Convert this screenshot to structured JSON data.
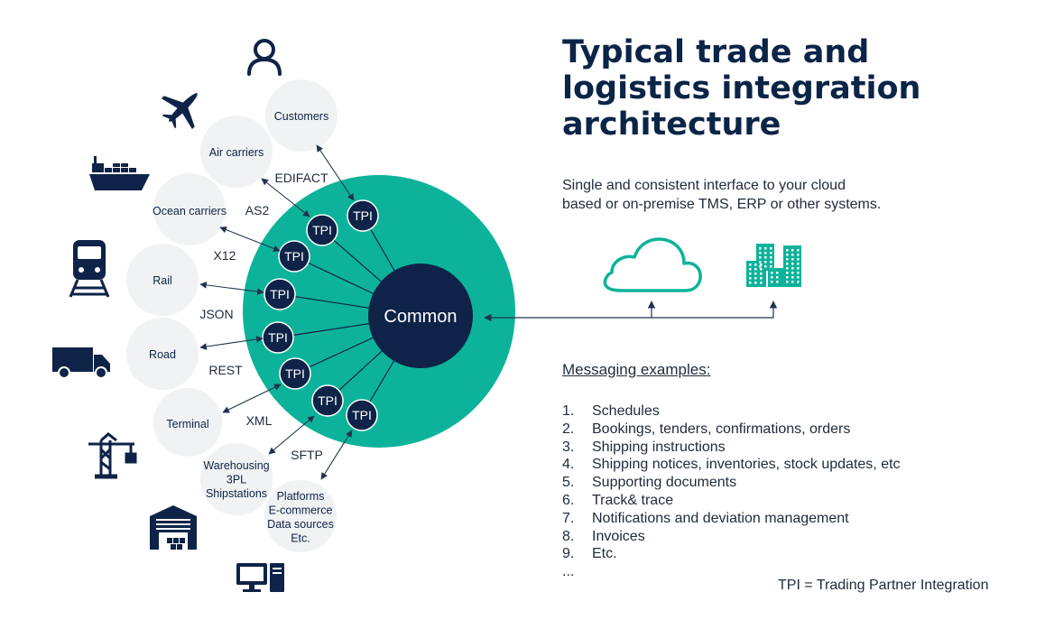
{
  "title": "Typical trade and\nlogistics integration\narchitecture",
  "subtitle": "Single and consistent interface to your cloud\nbased or on-premise TMS, ERP or other systems.",
  "hub": {
    "label": "Common"
  },
  "tpi_label": "TPI",
  "partners": [
    {
      "lines": [
        "Customers"
      ],
      "icon": "person-icon"
    },
    {
      "lines": [
        "Air carriers"
      ],
      "icon": "airplane-icon"
    },
    {
      "lines": [
        "Ocean carriers"
      ],
      "icon": "ship-icon"
    },
    {
      "lines": [
        "Rail"
      ],
      "icon": "train-icon"
    },
    {
      "lines": [
        "Road"
      ],
      "icon": "truck-icon"
    },
    {
      "lines": [
        "Terminal"
      ],
      "icon": "crane-icon"
    },
    {
      "lines": [
        "Warehousing",
        "3PL",
        "Shipstations"
      ],
      "icon": "warehouse-icon"
    },
    {
      "lines": [
        "Platforms",
        "E-commerce",
        "Data sources",
        "Etc."
      ],
      "icon": "computer-icon"
    }
  ],
  "formats": [
    "EDIFACT",
    "AS2",
    "X12",
    "JSON",
    "REST",
    "XML",
    "SFTP"
  ],
  "systems": [
    "cloud-icon",
    "buildings-icon"
  ],
  "messaging": {
    "heading": "Messaging examples:",
    "items": [
      {
        "num": "1.",
        "text": "Schedules"
      },
      {
        "num": "2.",
        "text": "Bookings, tenders, confirmations, orders"
      },
      {
        "num": "3.",
        "text": "Shipping instructions"
      },
      {
        "num": "4.",
        "text": "Shipping notices, inventories, stock updates, etc"
      },
      {
        "num": "5.",
        "text": "Supporting documents"
      },
      {
        "num": "6.",
        "text": "Track& trace"
      },
      {
        "num": "7.",
        "text": "Notifications and deviation management"
      },
      {
        "num": "8.",
        "text": "Invoices"
      },
      {
        "num": "9.",
        "text": "Etc."
      },
      {
        "num": "...",
        "text": ""
      }
    ]
  },
  "footnote": "TPI = Trading Partner Integration",
  "colors": {
    "navy": "#0e2347",
    "teal": "#0cb39a",
    "bubble": "#f0f2f4",
    "arrow": "#22334d"
  }
}
